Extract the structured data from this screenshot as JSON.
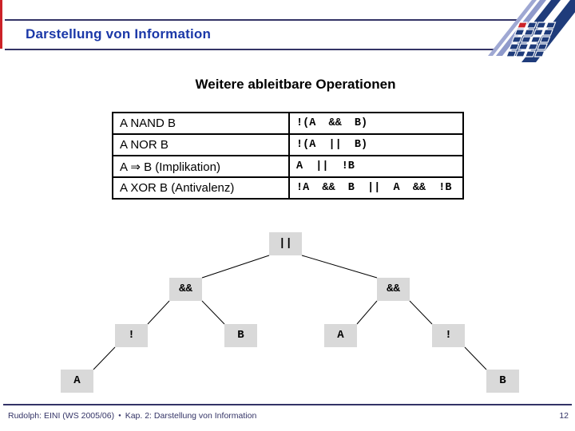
{
  "colors": {
    "header_blue": "#1B38A8",
    "navy_rule": "#333366",
    "accent_red": "#CC2228",
    "logo_dark_blue": "#1F3C7B",
    "logo_lavender_1": "#9FA8D3",
    "logo_lavender_2": "#8F9ACB",
    "tree_node_gray": "#D9D9D9"
  },
  "header": {
    "title": "Darstellung von Information"
  },
  "slide_title": "Weitere ableitbare Operationen",
  "table": {
    "rows": [
      {
        "op": "A NAND B",
        "expr": "!(A  &&  B)"
      },
      {
        "op": "A NOR B",
        "expr": "!(A  ||  B)"
      },
      {
        "op": "A ⇒ B (Implikation)",
        "expr": "A  ||  !B"
      },
      {
        "op": "A XOR B (Antivalenz)",
        "expr": "!A  &&  B  ||  A  &&  !B"
      }
    ]
  },
  "tree": {
    "nodes": [
      {
        "id": "or-root",
        "label": "||"
      },
      {
        "id": "and-left",
        "label": "&&"
      },
      {
        "id": "and-right",
        "label": "&&"
      },
      {
        "id": "not-left",
        "label": "!"
      },
      {
        "id": "b-left",
        "label": "B"
      },
      {
        "id": "a-right",
        "label": "A"
      },
      {
        "id": "not-right",
        "label": "!"
      },
      {
        "id": "a-leaf",
        "label": "A"
      },
      {
        "id": "b-leaf",
        "label": "B"
      }
    ]
  },
  "footer": {
    "course": "Rudolph: EINI (WS 2005/06)",
    "bullet": "●",
    "chapter": "Kap. 2: Darstellung von Information",
    "page": "12"
  }
}
